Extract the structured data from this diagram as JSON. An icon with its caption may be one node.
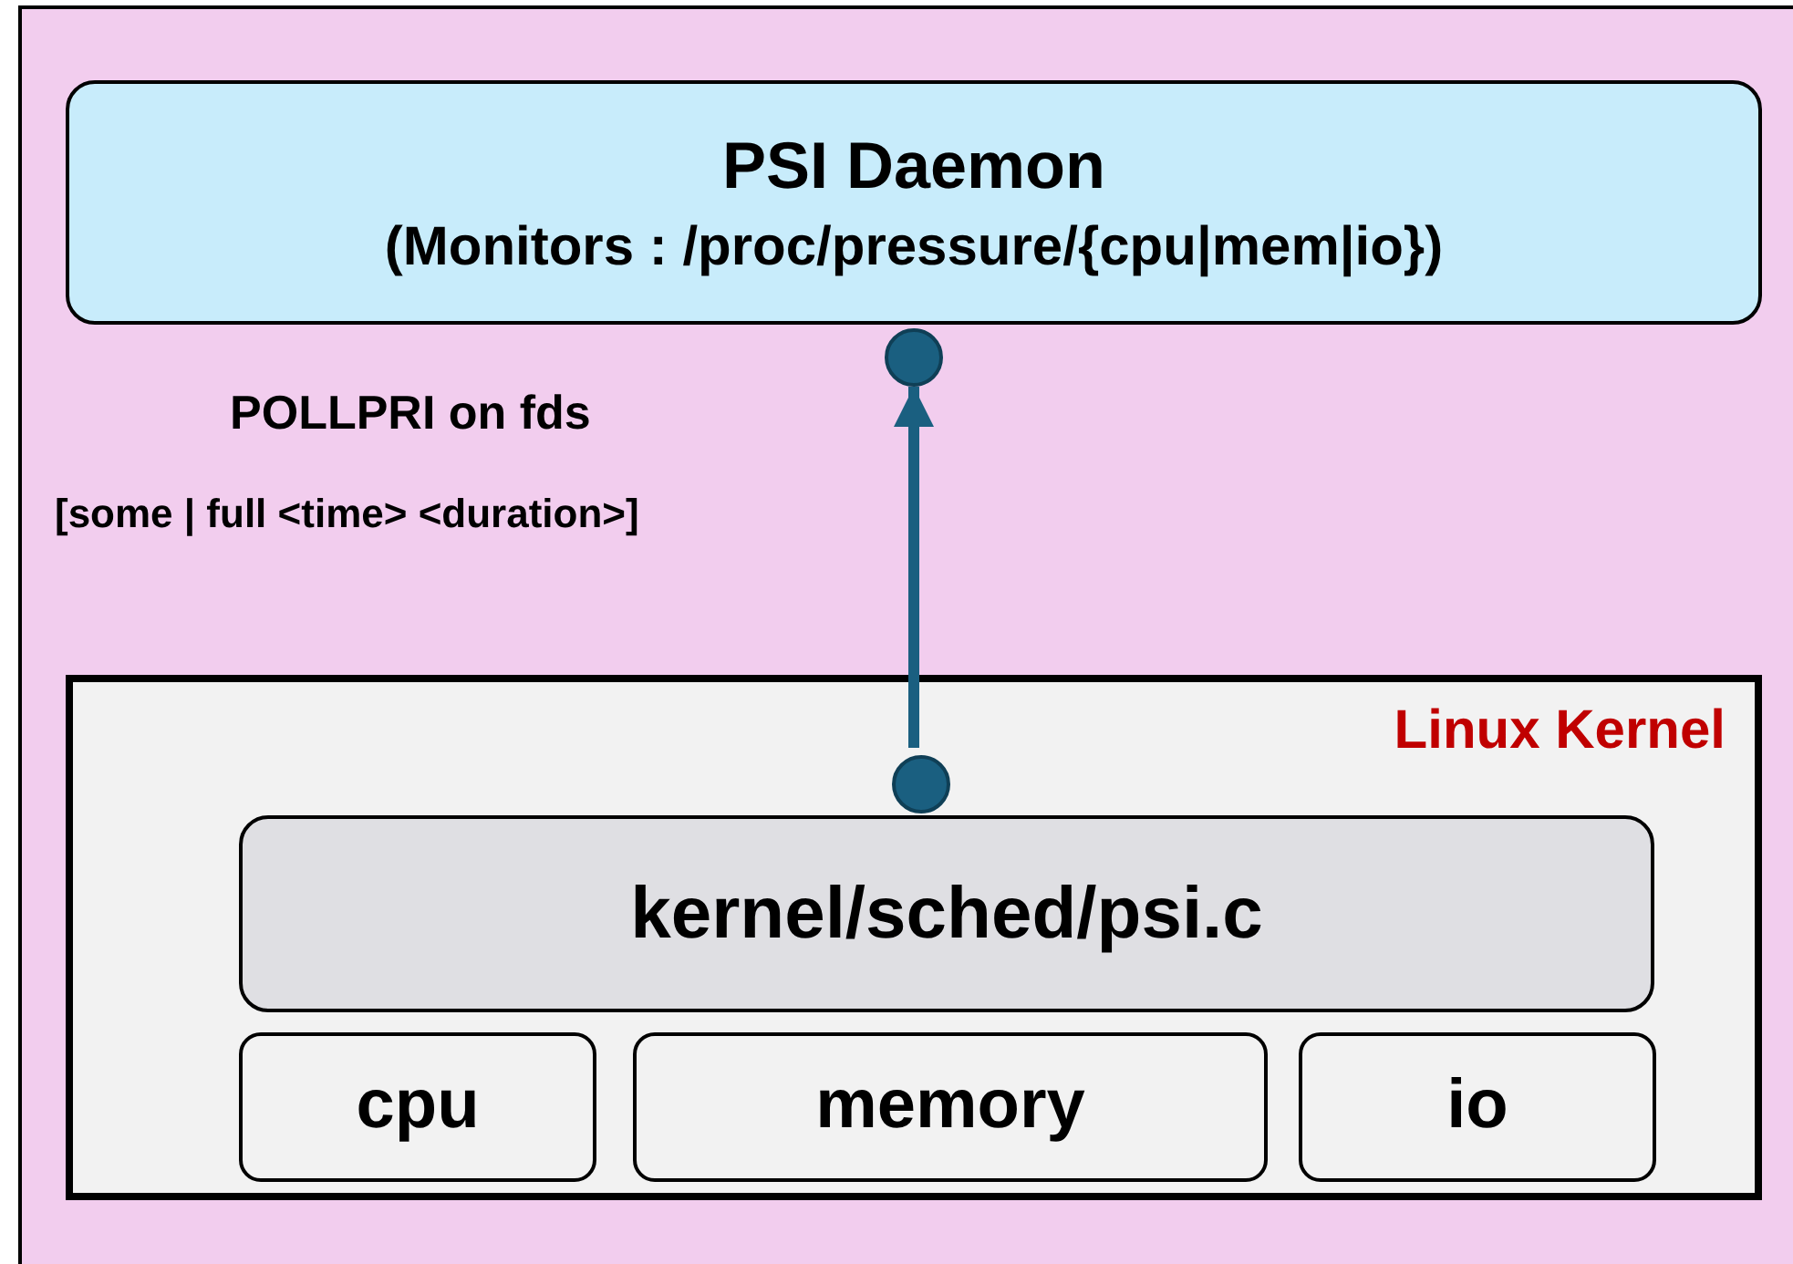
{
  "diagram": {
    "nodes": [
      {
        "text": [
          "PSI Daemon",
          "(Monitors : /proc/pressure/{cpu|mem|io})"
        ]
      },
      {
        "text": [],
        "shape": "circle"
      },
      {
        "text": [
          "Linux Kernel"
        ]
      },
      {
        "text": [],
        "shape": "circle",
        "in": 2
      },
      {
        "text": [
          "kernel/sched/psi.c"
        ],
        "in": 2
      },
      {
        "text": [
          "cpu"
        ],
        "in": 2
      },
      {
        "text": [
          "memory"
        ],
        "in": 2
      },
      {
        "text": [
          "io"
        ],
        "in": 2
      }
    ],
    "edges": [
      {
        "from": 3,
        "to": 1,
        "arrow": "to"
      }
    ],
    "labels": [
      "POLLPRI on fds",
      "[some | full <time> <duration>]"
    ]
  }
}
